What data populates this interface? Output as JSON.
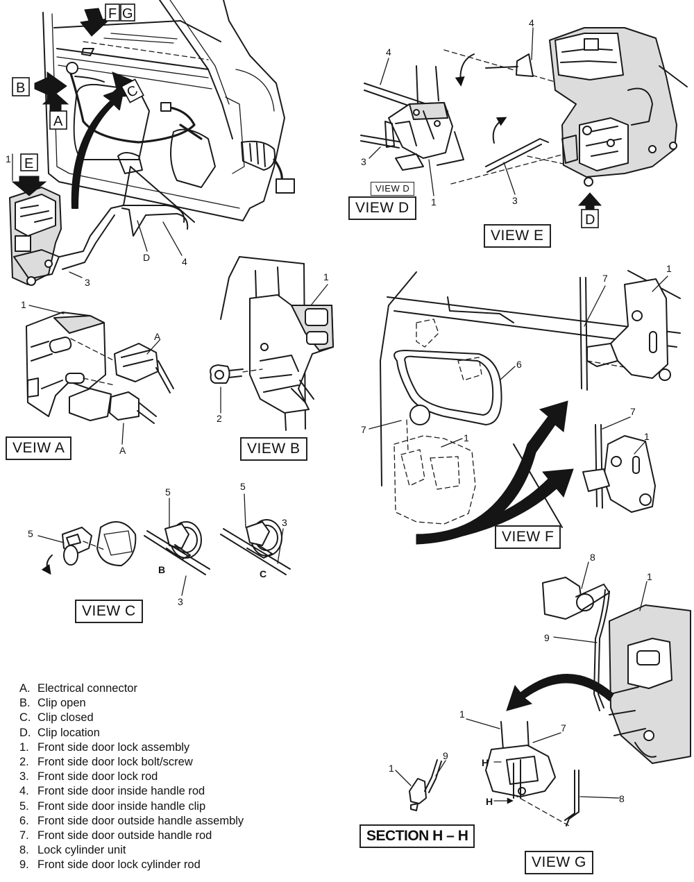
{
  "diagram": {
    "view_labels": {
      "view_a": "VEIW A",
      "view_b": "VIEW B",
      "view_c": "VIEW C",
      "view_d": "VIEW D",
      "view_d_inset": "VIEW D",
      "view_e": "VIEW E",
      "view_f": "VIEW F",
      "view_g": "VIEW G",
      "section_hh": "SECTION H – H"
    },
    "view_arrows": {
      "fg": [
        "F",
        "G"
      ],
      "b": "B",
      "c": "C",
      "a": "A",
      "e": "E",
      "d": "D"
    },
    "callouts": {
      "main_d": "D",
      "main_4": "4",
      "main_3": "3",
      "main_1": "1",
      "va_1": "1",
      "va_a_top": "A",
      "va_a_bottom": "A",
      "vb_1": "1",
      "vb_2": "2",
      "vc_5_left": "5",
      "vc_5_mid": "5",
      "vc_5_right": "5",
      "vc_b": "B",
      "vc_c": "C",
      "vc_3_mid": "3",
      "vc_3_right": "3",
      "vd_4": "4",
      "vd_3": "3",
      "vd_1": "1",
      "ve_4": "4",
      "ve_3": "3",
      "vf_7_left": "7",
      "vf_1_left": "1",
      "vf_6": "6",
      "vf_7_top": "7",
      "vf_1_top": "1",
      "vf_7_bottom": "7",
      "vf_1_bottom": "1",
      "vg_8_top": "8",
      "vg_1_top": "1",
      "vg_9": "9",
      "vg_1_mid": "1",
      "vg_7": "7",
      "vg_h_top": "H",
      "vg_h_bottom": "H",
      "vg_8_bottom": "8",
      "sh_1": "1",
      "sh_9": "9"
    },
    "legend": [
      {
        "key": "A.",
        "text": "Electrical connector"
      },
      {
        "key": "B.",
        "text": "Clip open"
      },
      {
        "key": "C.",
        "text": "Clip closed"
      },
      {
        "key": "D.",
        "text": "Clip location"
      },
      {
        "key": "1.",
        "text": "Front side door lock assembly"
      },
      {
        "key": "2.",
        "text": "Front side door lock bolt/screw"
      },
      {
        "key": "3.",
        "text": "Front side door lock rod"
      },
      {
        "key": "4.",
        "text": "Front side door inside handle rod"
      },
      {
        "key": "5.",
        "text": "Front side door inside handle clip"
      },
      {
        "key": "6.",
        "text": "Front side door outside handle assembly"
      },
      {
        "key": "7.",
        "text": "Front side door outside handle rod"
      },
      {
        "key": "8.",
        "text": "Lock cylinder unit"
      },
      {
        "key": "9.",
        "text": "Front side door lock cylinder rod"
      }
    ]
  }
}
